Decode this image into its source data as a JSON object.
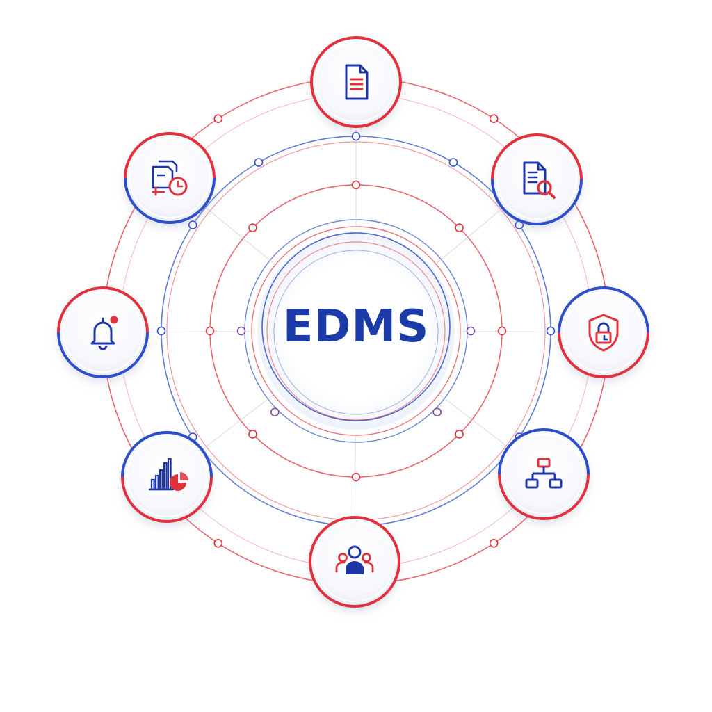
{
  "center": {
    "label": "EDMS"
  },
  "colors": {
    "red": "#e0323c",
    "blue": "#2d4fc9",
    "navy": "#1e35a6",
    "center_text": "#1a3ba8"
  },
  "modules": [
    {
      "name": "document",
      "icon": "document-icon"
    },
    {
      "name": "document-search",
      "icon": "document-search-icon"
    },
    {
      "name": "security",
      "icon": "shield-lock-icon"
    },
    {
      "name": "workflow",
      "icon": "org-chart-icon"
    },
    {
      "name": "collaboration",
      "icon": "users-icon"
    },
    {
      "name": "analytics",
      "icon": "bar-pie-chart-icon"
    },
    {
      "name": "notifications",
      "icon": "bell-icon"
    },
    {
      "name": "version-history",
      "icon": "files-clock-icon"
    }
  ]
}
